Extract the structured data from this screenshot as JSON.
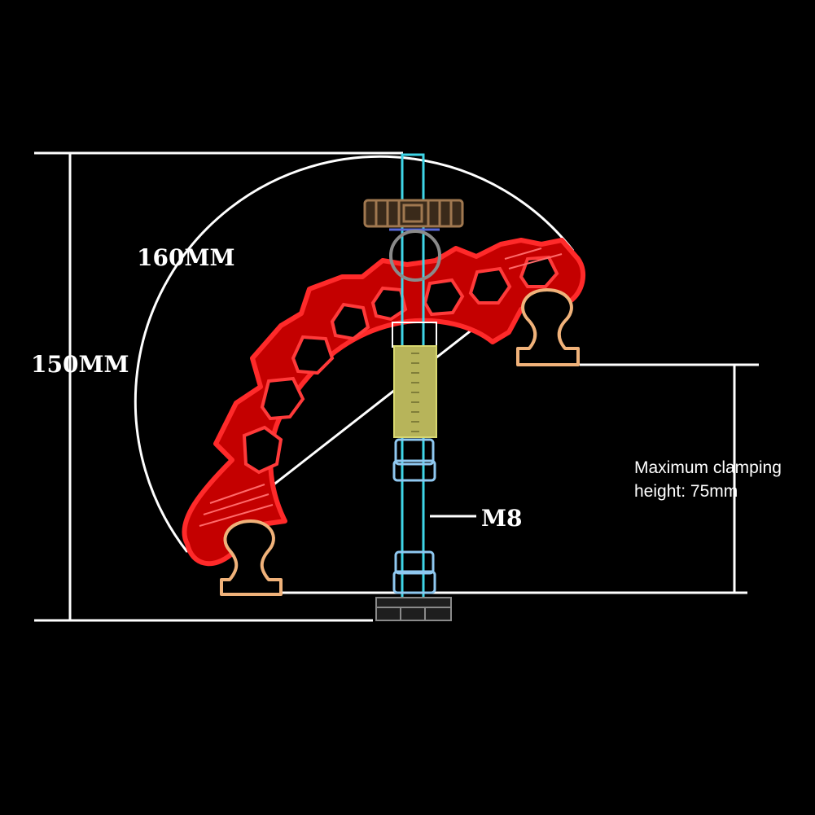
{
  "labels": {
    "height_total": "150MM",
    "arc_span": "160MM",
    "thread": "M8",
    "clamp_line1": "Maximum clamping",
    "clamp_line2": "height: 75mm"
  },
  "colors": {
    "background": "#000000",
    "dimension_lines": "#ffffff",
    "clamp_body": "#ff1a1a",
    "jaw_pads": "#f0b27a",
    "spindle": "#3fd6e8",
    "thread_section": "#c9c96a",
    "nut_blocks": "#8fc8f0",
    "knob": "#a07850",
    "base_plate": "#8a8a8a"
  }
}
